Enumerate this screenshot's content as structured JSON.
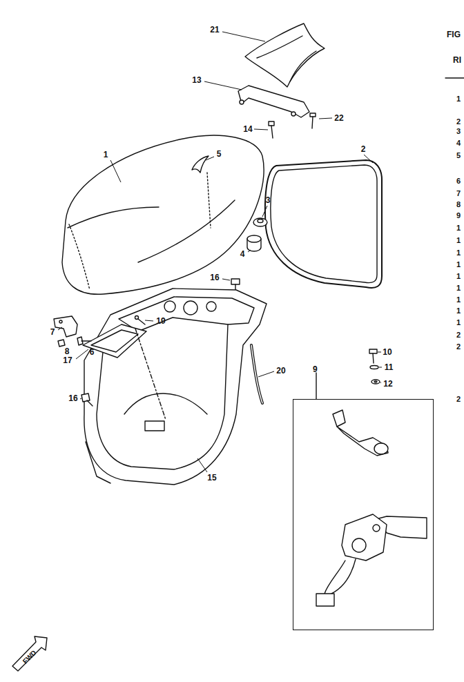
{
  "diagram": {
    "nodes": [
      {
        "text": [
          "9"
        ]
      }
    ],
    "edges": [],
    "labels": [
      "21",
      "13",
      "22",
      "14",
      "1",
      "5",
      "2",
      "3",
      "4",
      "16",
      "7",
      "19",
      "8",
      "6",
      "10",
      "11",
      "17",
      "20",
      "12",
      "16",
      "15",
      "FIG",
      "RI",
      "FWD",
      "1",
      "2",
      "3",
      "4",
      "5",
      "6",
      "7",
      "8",
      "9",
      "1",
      "1",
      "1",
      "1",
      "1",
      "1",
      "1",
      "1",
      "1",
      "2",
      "2",
      "2"
    ]
  }
}
